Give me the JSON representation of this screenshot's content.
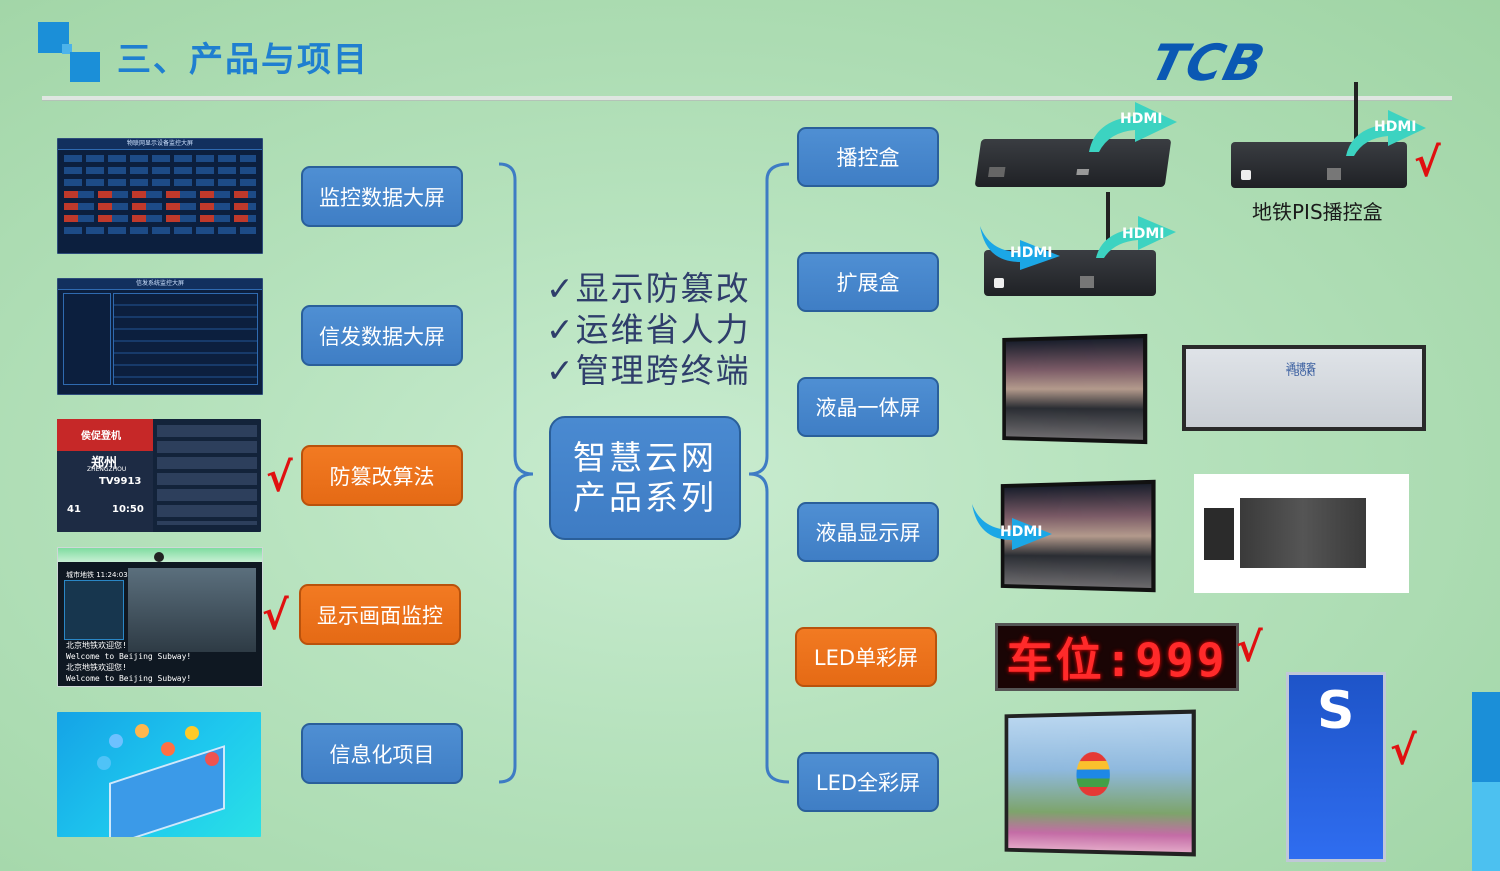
{
  "header": {
    "title": "三、产品与项目",
    "brand": "TCB"
  },
  "left_buttons": [
    {
      "label": "监控数据大屏",
      "color": "#4a8ad1"
    },
    {
      "label": "信发数据大屏",
      "color": "#4a8ad1"
    },
    {
      "label": "防篡改算法",
      "color": "#ee7420"
    },
    {
      "label": "显示画面监控",
      "color": "#ee7420"
    },
    {
      "label": "信息化项目",
      "color": "#4a8ad1"
    }
  ],
  "features": [
    "✓显示防篡改",
    "✓运维省人力",
    "✓管理跨终端"
  ],
  "center": {
    "line1": "智慧云网",
    "line2": "产品系列"
  },
  "right_buttons": [
    {
      "label": "播控盒",
      "color": "#4a8ad1"
    },
    {
      "label": "扩展盒",
      "color": "#4a8ad1"
    },
    {
      "label": "液晶一体屏",
      "color": "#4a8ad1"
    },
    {
      "label": "液晶显示屏",
      "color": "#4a8ad1"
    },
    {
      "label": "LED单彩屏",
      "color": "#ee7420"
    },
    {
      "label": "LED全彩屏",
      "color": "#4a8ad1"
    }
  ],
  "devices": {
    "hdmi": "HDMI",
    "metro_caption": "地铁PIS播控盒",
    "led_text": "车位:999",
    "check": "√",
    "signage_letter": "S",
    "boki_brand": "通博客",
    "boki_sub": "T-BOKI"
  },
  "thumbs": {
    "dash1_title": "物联网显示设备监控大屏",
    "dash2_title": "信发系统监控大屏",
    "board_airline": "侯促登机",
    "board_city": "郑州",
    "board_city_en": "ZHENGZHOU",
    "board_flight": "TV9913",
    "board_gate": "41",
    "board_time": "10:50",
    "monitor_header": "城市地铁 11:24:03",
    "monitor_line1": "北京地铁欢迎您!",
    "monitor_line2": "Welcome to Beijing Subway!",
    "monitor_line3": "北京地铁欢迎您!",
    "monitor_line4": "Welcome to Beijing Subway!"
  },
  "colors": {
    "accent": "#1b8fd8",
    "blue_btn": "#4a8ad1",
    "orange_btn": "#ee7420",
    "check": "#e01010"
  }
}
